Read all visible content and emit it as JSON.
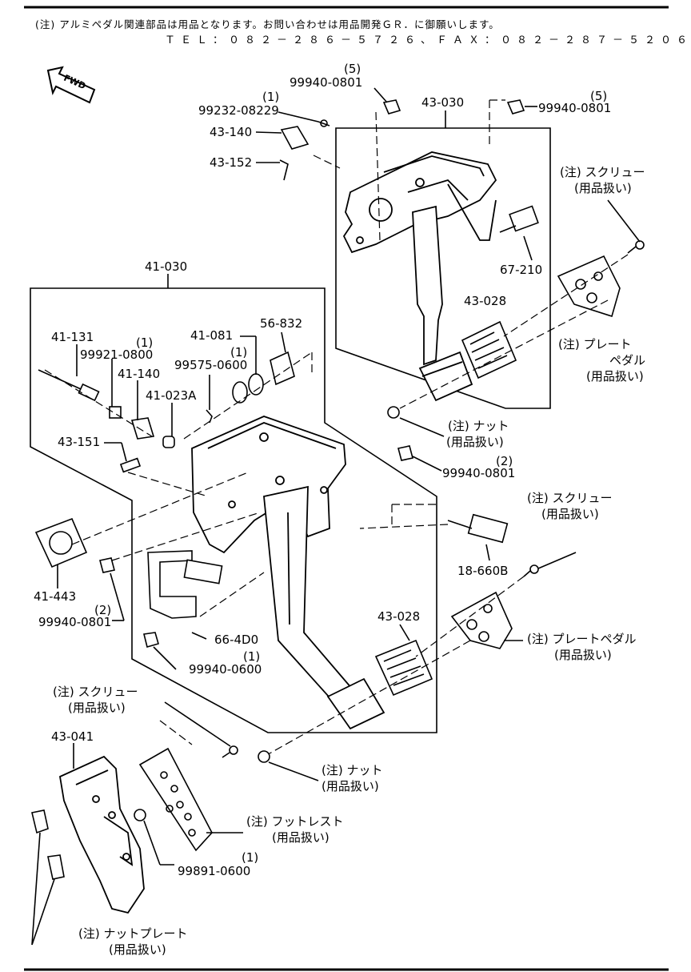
{
  "header": {
    "note_line1": "(注) アルミペダル関連部品は用品となります。お問い合わせは用品開発ＧＲ．に御願いします。",
    "note_line2": "ＴＥＬ：０８２－２８６－５７２６、ＦＡＸ：０８２－２８７－５２０６"
  },
  "fwd_label": "FWD",
  "parts": {
    "p43030": "43-030",
    "p99940_0801_top_qty": "(5)",
    "p99940_0801_top": "99940-0801",
    "p99940_0801_right_qty": "(5)",
    "p99940_0801_right": "99940-0801",
    "p99232_qty": "(1)",
    "p99232": "99232-08229",
    "p43140": "43-140",
    "p43152": "43-152",
    "p67210": "67-210",
    "p43028_top": "43-028",
    "p41030": "41-030",
    "p41131": "41-131",
    "p99921_qty": "(1)",
    "p99921": "99921-0800",
    "p41140": "41-140",
    "p41023a": "41-023A",
    "p41081": "41-081",
    "p56832": "56-832",
    "p99575_qty": "(1)",
    "p99575": "99575-0600",
    "p43151": "43-151",
    "p99940_0801_mid_qty": "(2)",
    "p99940_0801_mid": "99940-0801",
    "p41443": "41-443",
    "p99940_0801_left_qty": "(2)",
    "p99940_0801_left": "99940-0801",
    "p18660b": "18-660B",
    "p43028_bottom": "43-028",
    "p664d0": "66-4D0",
    "p99940_0600_qty": "(1)",
    "p99940_0600": "99940-0600",
    "p43041": "43-041",
    "p99891_qty": "(1)",
    "p99891": "99891-0600"
  },
  "notes": {
    "screw_top_1": "(注) スクリュー",
    "screw_top_2": "(用品扱い)",
    "plate_top_1": "(注) プレート",
    "plate_top_2": "ペダル",
    "plate_top_3": "(用品扱い)",
    "nut_mid_1": "(注) ナット",
    "nut_mid_2": "(用品扱い)",
    "screw_mid_1": "(注) スクリュー",
    "screw_mid_2": "(用品扱い)",
    "plate_mid_1": "(注) プレートペダル",
    "plate_mid_2": "(用品扱い)",
    "screw_low_1": "(注) スクリュー",
    "screw_low_2": "(用品扱い)",
    "nut_low_1": "(注) ナット",
    "nut_low_2": "(用品扱い)",
    "footrest_1": "(注) フットレスト",
    "footrest_2": "(用品扱い)",
    "nutplate_1": "(注) ナットプレート",
    "nutplate_2": "(用品扱い)"
  }
}
